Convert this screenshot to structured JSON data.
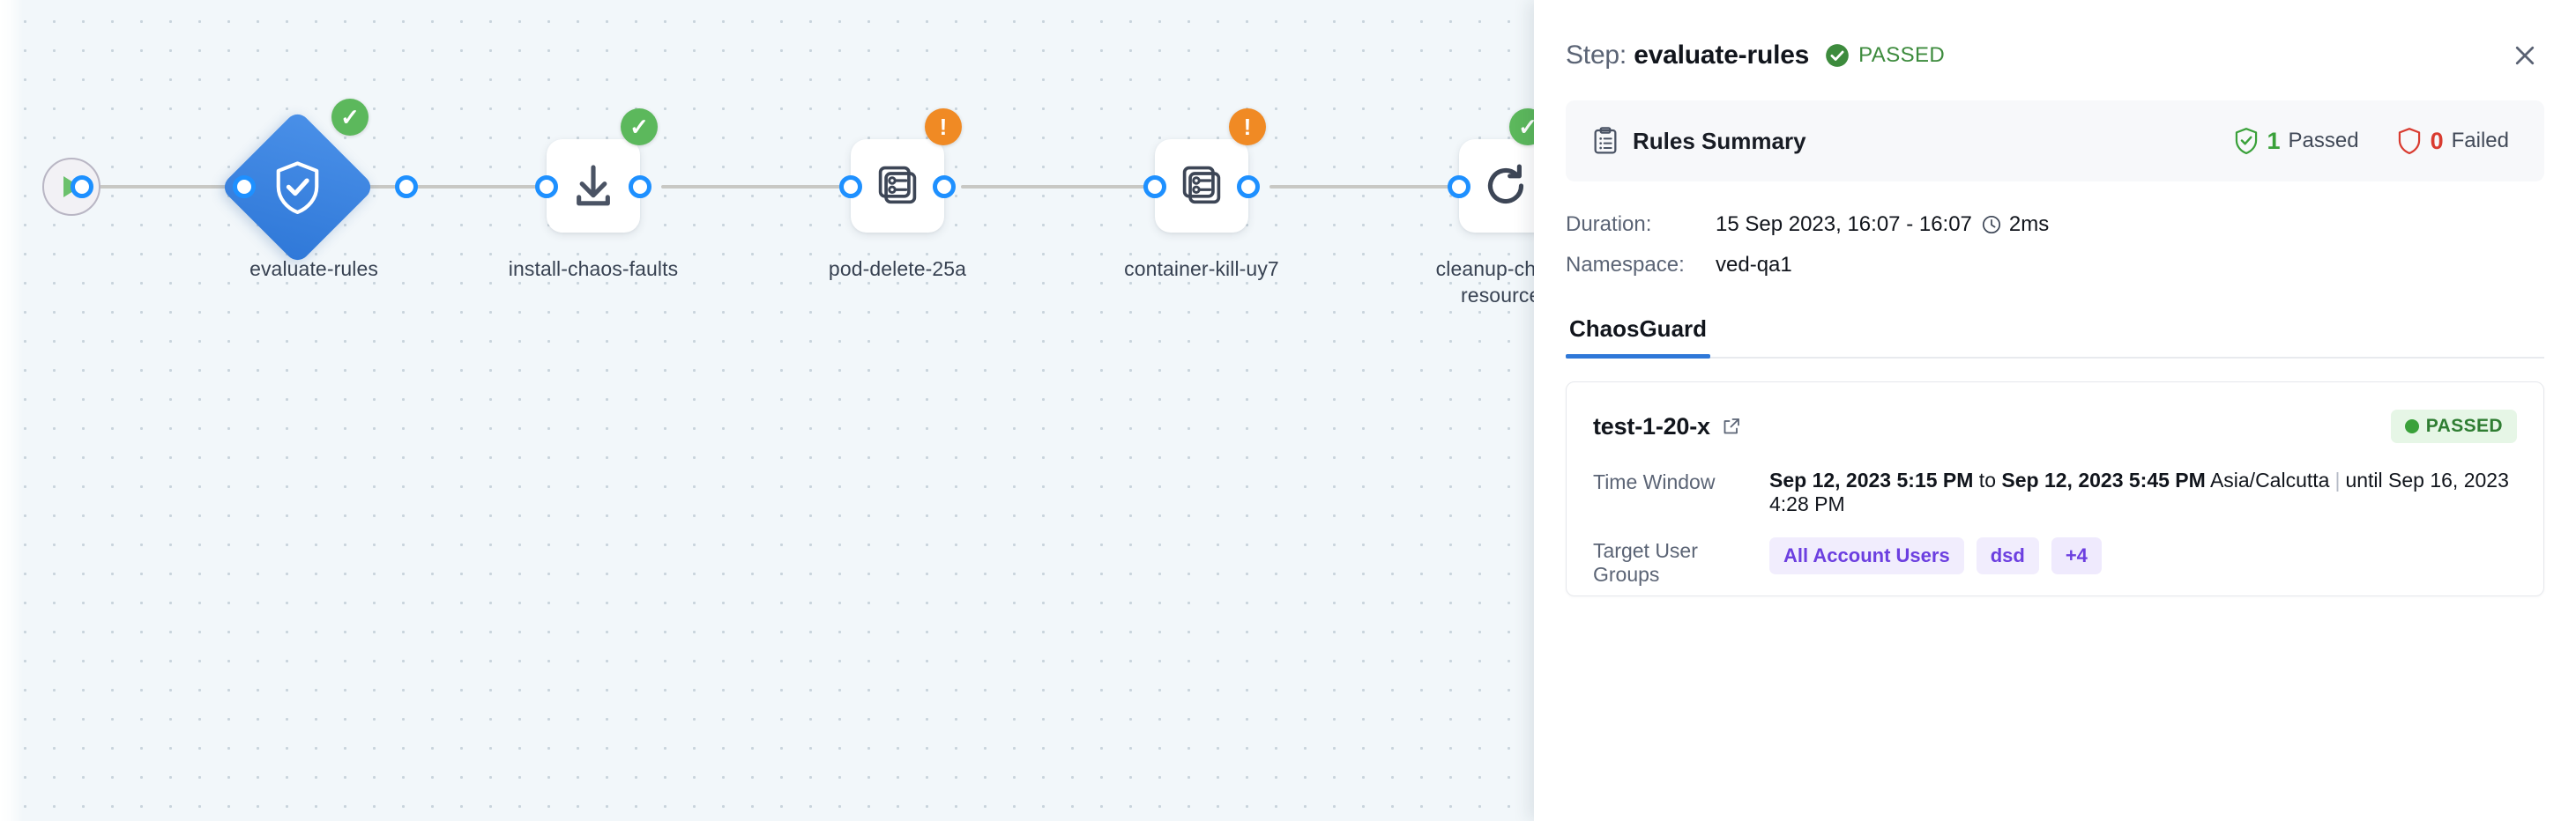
{
  "canvas": {
    "start_node": {
      "name": "start-node",
      "icon": "play-icon"
    },
    "nodes": [
      {
        "id": "evaluate-rules",
        "label": "evaluate-rules",
        "shape": "diamond",
        "icon": "shield-check-icon",
        "status": "success",
        "badge_glyph": "✓"
      },
      {
        "id": "install-chaos-faults",
        "label": "install-chaos-faults",
        "shape": "box",
        "icon": "download-icon",
        "status": "success",
        "badge_glyph": "✓"
      },
      {
        "id": "pod-delete-25a",
        "label": "pod-delete-25a",
        "shape": "box",
        "icon": "chaos-experiment-icon",
        "status": "warning",
        "badge_glyph": "!"
      },
      {
        "id": "container-kill-uy7",
        "label": "container-kill-uy7",
        "shape": "box",
        "icon": "chaos-experiment-icon",
        "status": "warning",
        "badge_glyph": "!"
      },
      {
        "id": "cleanup-chaos-resources",
        "label": "cleanup-chaos-resources",
        "shape": "box",
        "icon": "refresh-icon",
        "status": "success",
        "badge_glyph": "✓"
      }
    ]
  },
  "panel": {
    "title_prefix": "Step:",
    "step_name": "evaluate-rules",
    "status_text": "PASSED",
    "close_label": "✕",
    "rules_summary": {
      "title": "Rules Summary",
      "passed_count": "1",
      "passed_label": "Passed",
      "failed_count": "0",
      "failed_label": "Failed"
    },
    "meta": {
      "duration_label": "Duration:",
      "duration_value": "15 Sep 2023, 16:07 - 16:07",
      "duration_elapsed": "2ms",
      "namespace_label": "Namespace:",
      "namespace_value": "ved-qa1"
    },
    "tabs": [
      {
        "label": "ChaosGuard",
        "active": true
      }
    ],
    "test_card": {
      "name": "test-1-20-x",
      "status_text": "PASSED",
      "time_window_label": "Time Window",
      "time_window_start": "Sep 12, 2023 5:15 PM",
      "time_window_joiner": " to ",
      "time_window_end": "Sep 12, 2023 5:45 PM",
      "timezone": "Asia/Calcutta",
      "until_text": "until Sep 16, 2023 4:28 PM",
      "target_groups_label": "Target User Groups",
      "target_groups": [
        "All Account Users",
        "dsd",
        "+4"
      ]
    }
  },
  "colors": {
    "accent_blue": "#2f78d8",
    "success_green": "#5cb85c",
    "warning_orange": "#f08a24",
    "fail_red": "#d93b30",
    "chip_purple": "#6c3fe0"
  }
}
